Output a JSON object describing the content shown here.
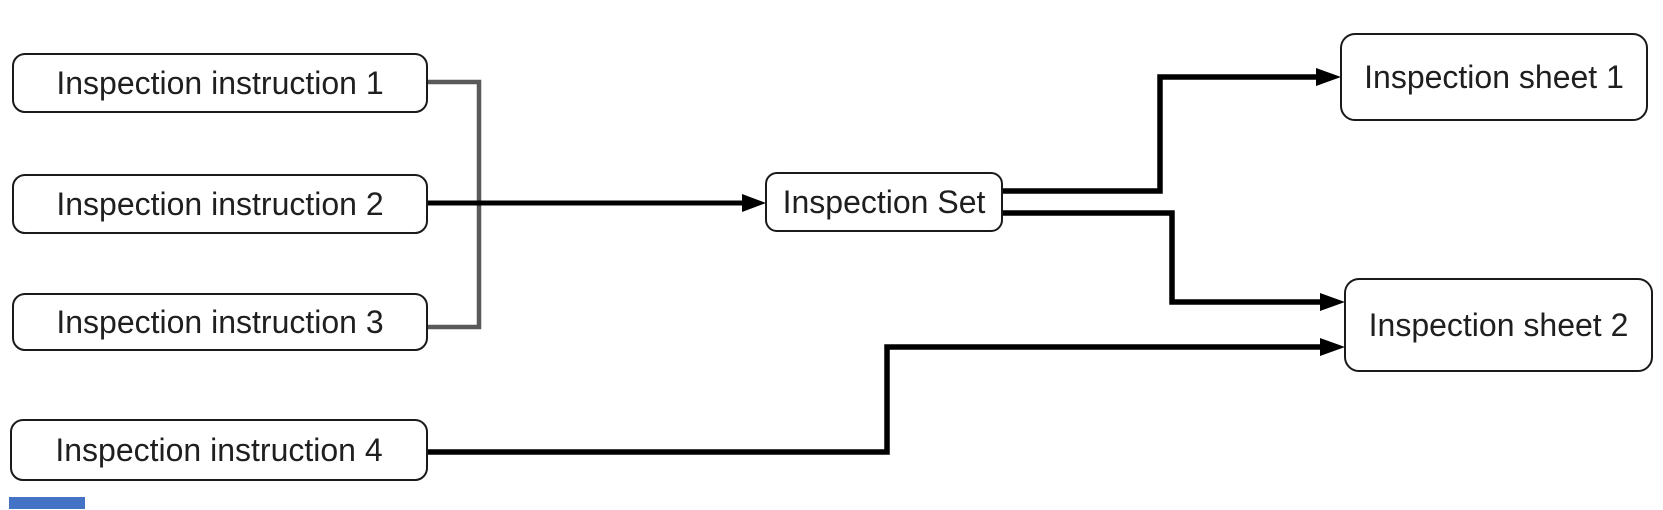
{
  "diagram": {
    "type": "flow-diagram",
    "nodes": {
      "instruction1": {
        "label": "Inspection instruction 1"
      },
      "instruction2": {
        "label": "Inspection instruction 2"
      },
      "instruction3": {
        "label": "Inspection instruction 3"
      },
      "instruction4": {
        "label": "Inspection instruction 4"
      },
      "set": {
        "label": "Inspection Set"
      },
      "sheet1": {
        "label": "Inspection sheet 1"
      },
      "sheet2": {
        "label": "Inspection sheet 2"
      }
    },
    "edges": [
      {
        "from": "instruction1",
        "to": "instruction3",
        "type": "bracket",
        "arrow": false,
        "color": "#595959"
      },
      {
        "from": "instruction2",
        "to": "set",
        "type": "elbow",
        "arrow": true,
        "color": "#000000"
      },
      {
        "from": "set",
        "to": "sheet1",
        "type": "elbow",
        "arrow": true,
        "color": "#000000"
      },
      {
        "from": "set",
        "to": "sheet2",
        "type": "elbow",
        "arrow": true,
        "color": "#000000"
      },
      {
        "from": "instruction4",
        "to": "sheet2",
        "type": "elbow",
        "arrow": true,
        "color": "#000000"
      }
    ],
    "colors": {
      "background": "#ffffff",
      "box_fill": "#ffffff",
      "box_border": "#1a1a1a",
      "text": "#1f1f1f",
      "line": "#000000",
      "bracket": "#595959",
      "accent_bar": "#4472c4"
    }
  }
}
